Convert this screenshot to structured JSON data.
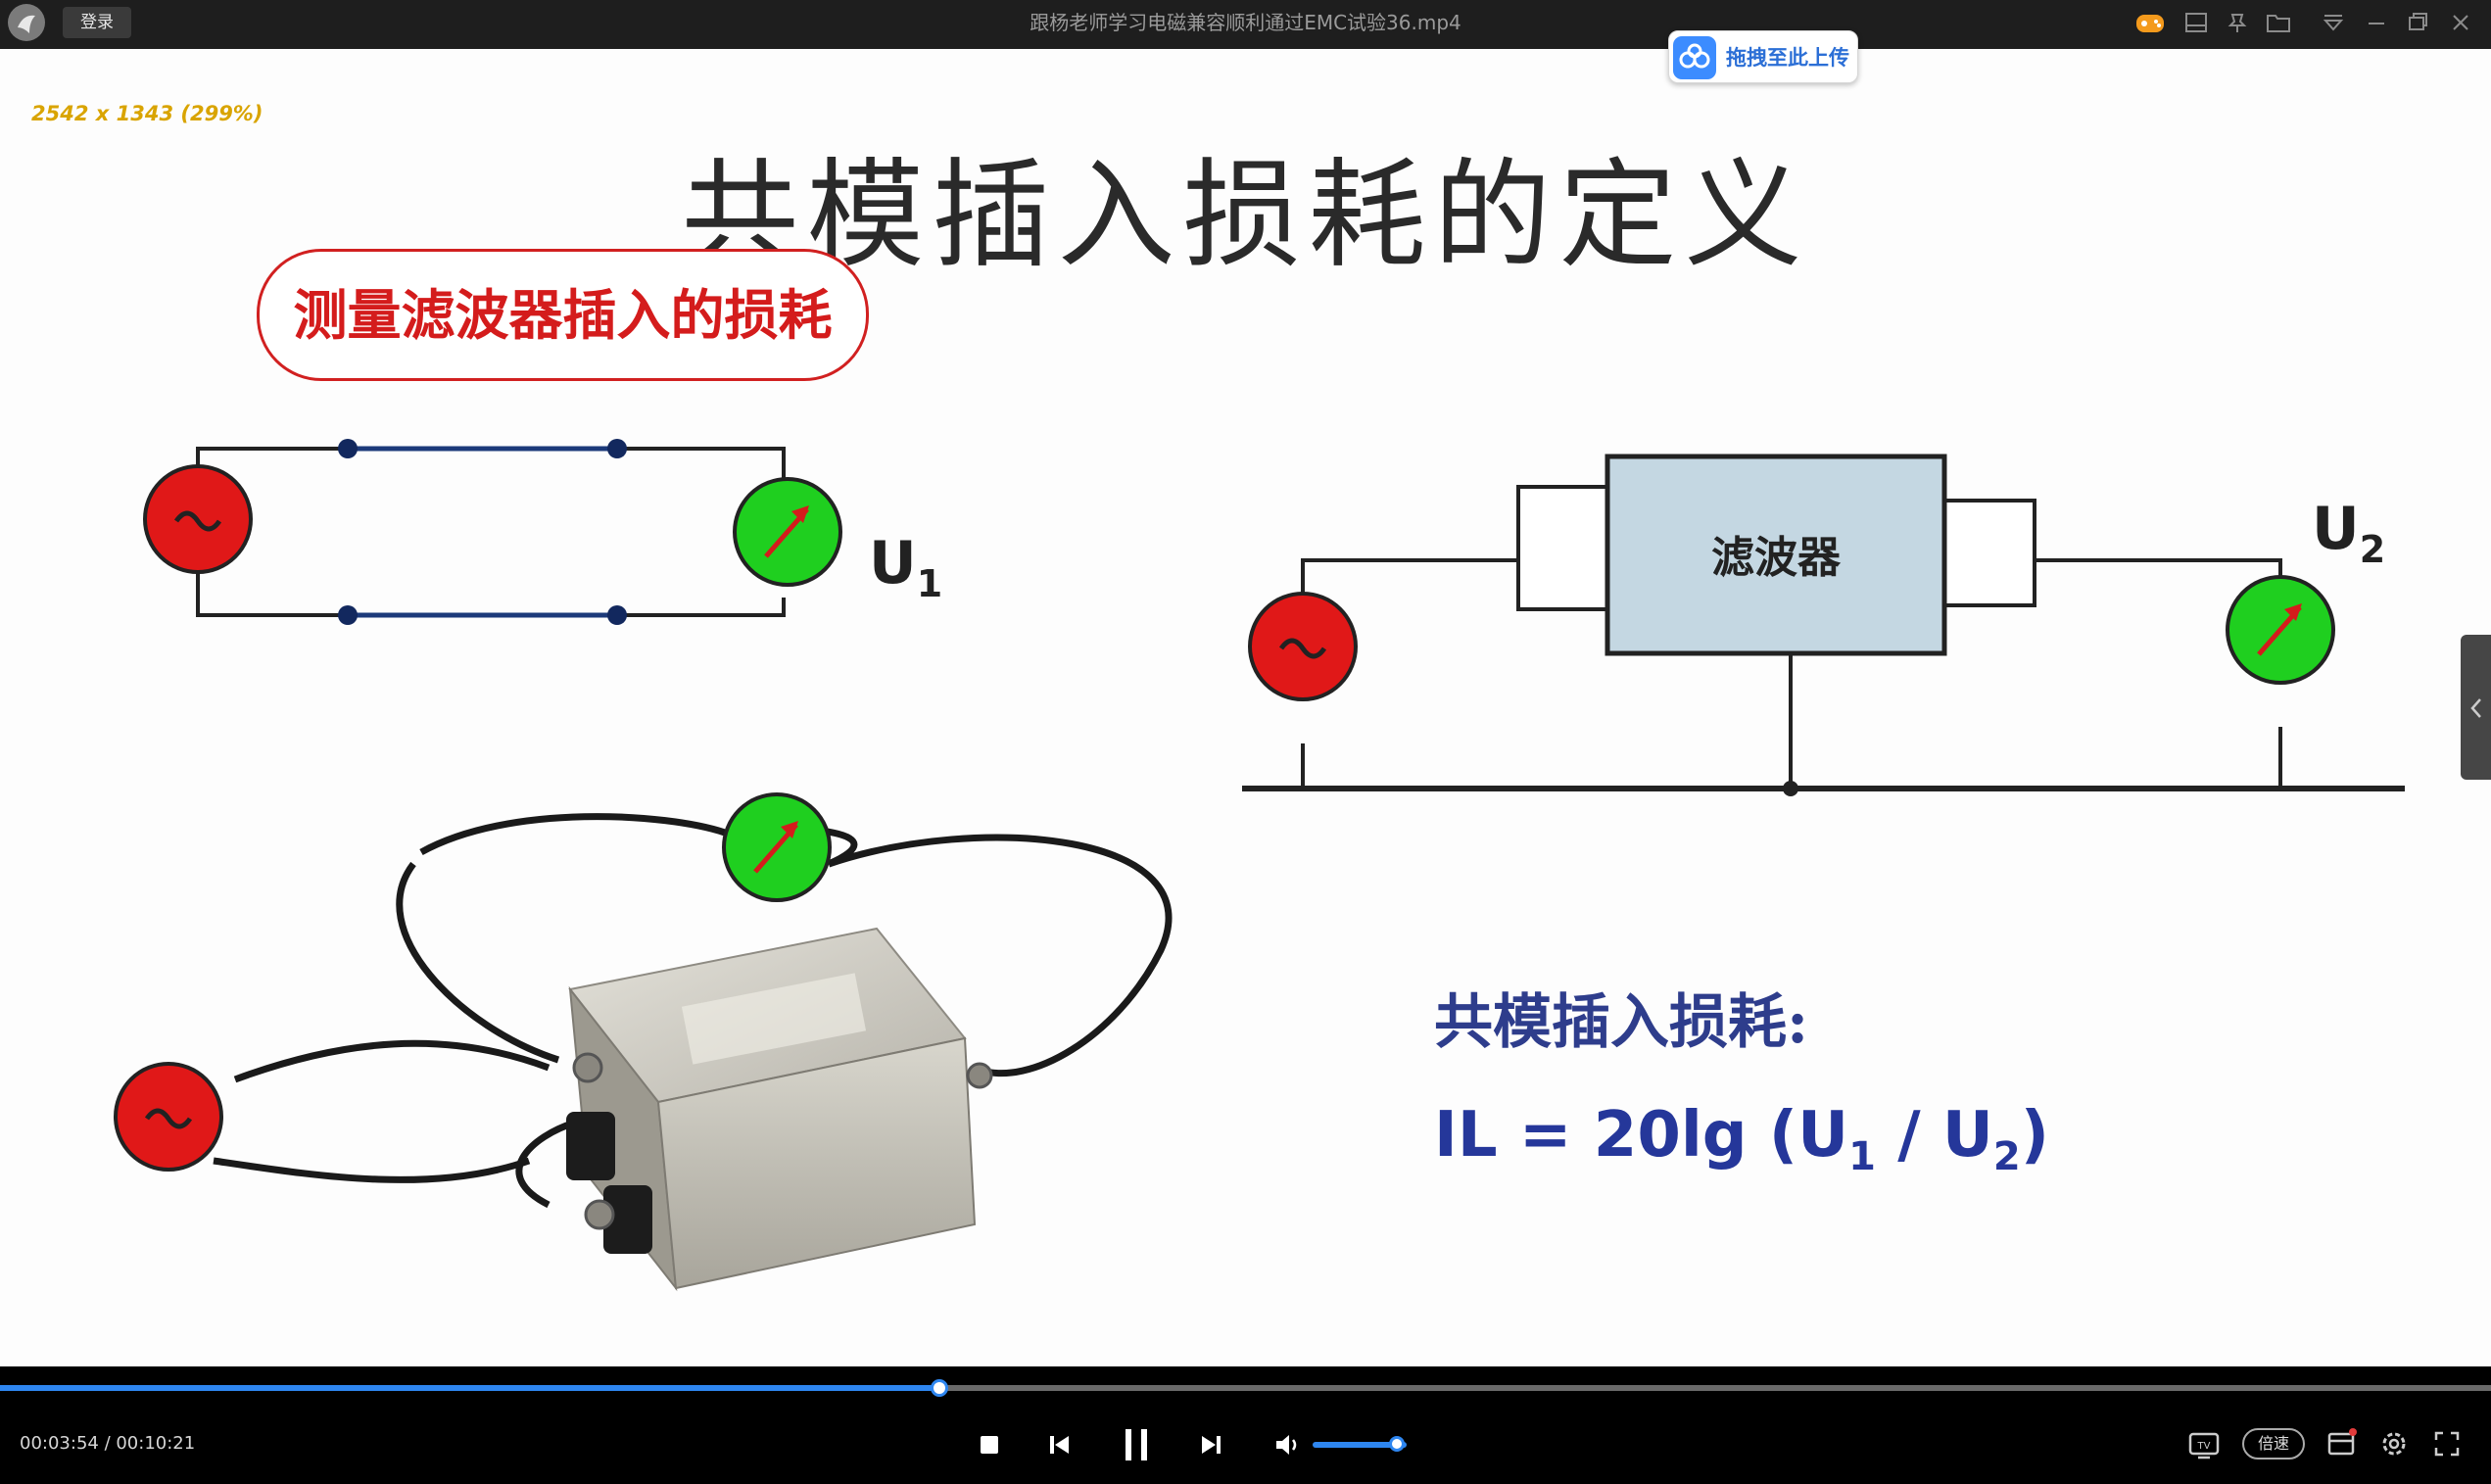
{
  "titlebar": {
    "login_label": "登录",
    "window_title": "跟杨老师学习电磁兼容顺利通过EMC试验36.mp4",
    "upload_label": "拖拽至此上传"
  },
  "video": {
    "resolution_label": "2542 x 1343 (299%)",
    "slide": {
      "title": "共模插入损耗的定义",
      "callout": "测量滤波器插入的损耗",
      "u1_label": "U",
      "u1_sub": "1",
      "u2_label": "U",
      "u2_sub": "2",
      "filter_label": "滤波器",
      "formula_label": "共模插入损耗:",
      "formula": {
        "prefix": "IL = 20lg (U",
        "sub1": "1",
        "mid": " / U",
        "sub2": "2",
        "suffix": ")"
      }
    }
  },
  "controls": {
    "current_time": "00:03:54",
    "total_time": "00:10:21",
    "time_separator": " /  ",
    "progress": 0.377,
    "volume": 0.9,
    "speed_label": "倍速",
    "tv_label": "TV"
  },
  "colors": {
    "progress": "#2e86f0",
    "source_red": "#e01818",
    "meter_green": "#1fcf1f",
    "filter_fill": "#c4d7e2",
    "callout_red": "#d12020",
    "formula_blue": "#25379a"
  }
}
